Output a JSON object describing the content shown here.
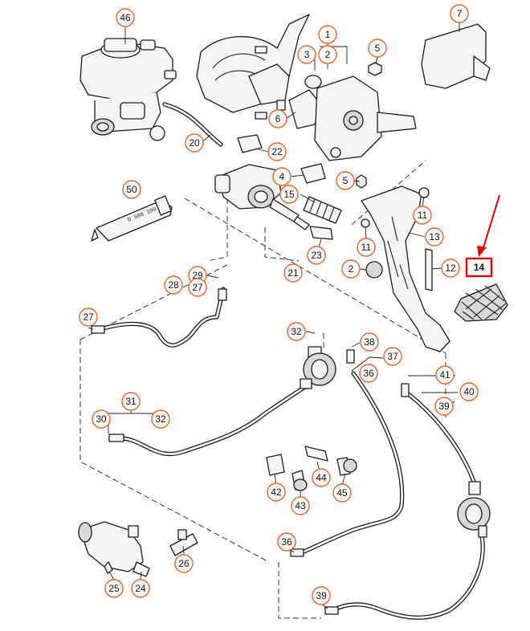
{
  "callouts": [
    {
      "id": "c46",
      "label": "46"
    },
    {
      "id": "c1",
      "label": "1"
    },
    {
      "id": "c2a",
      "label": "2"
    },
    {
      "id": "c3",
      "label": "3"
    },
    {
      "id": "c5a",
      "label": "5"
    },
    {
      "id": "c7",
      "label": "7"
    },
    {
      "id": "c6",
      "label": "6"
    },
    {
      "id": "c20",
      "label": "20"
    },
    {
      "id": "c22",
      "label": "22"
    },
    {
      "id": "c4",
      "label": "4"
    },
    {
      "id": "c5b",
      "label": "5"
    },
    {
      "id": "c50",
      "label": "50"
    },
    {
      "id": "c15",
      "label": "15"
    },
    {
      "id": "c11a",
      "label": "11"
    },
    {
      "id": "c11b",
      "label": "11"
    },
    {
      "id": "c13",
      "label": "13"
    },
    {
      "id": "c23",
      "label": "23"
    },
    {
      "id": "c2b",
      "label": "2"
    },
    {
      "id": "c12",
      "label": "12"
    },
    {
      "id": "c14",
      "label": "14"
    },
    {
      "id": "c21",
      "label": "21"
    },
    {
      "id": "c29",
      "label": "29"
    },
    {
      "id": "c28",
      "label": "28"
    },
    {
      "id": "c27a",
      "label": "27"
    },
    {
      "id": "c27b",
      "label": "27"
    },
    {
      "id": "c32a",
      "label": "32"
    },
    {
      "id": "c38",
      "label": "38"
    },
    {
      "id": "c37",
      "label": "37"
    },
    {
      "id": "c36a",
      "label": "36"
    },
    {
      "id": "c41",
      "label": "41"
    },
    {
      "id": "c40",
      "label": "40"
    },
    {
      "id": "c39a",
      "label": "39"
    },
    {
      "id": "c31",
      "label": "31"
    },
    {
      "id": "c30",
      "label": "30"
    },
    {
      "id": "c32b",
      "label": "32"
    },
    {
      "id": "c44",
      "label": "44"
    },
    {
      "id": "c42",
      "label": "42"
    },
    {
      "id": "c43",
      "label": "43"
    },
    {
      "id": "c45",
      "label": "45"
    },
    {
      "id": "c26",
      "label": "26"
    },
    {
      "id": "c36b",
      "label": "36"
    },
    {
      "id": "c25",
      "label": "25"
    },
    {
      "id": "c24",
      "label": "24"
    },
    {
      "id": "c39b",
      "label": "39"
    }
  ],
  "highlight": {
    "label": "14",
    "color": "#e00000"
  },
  "tube_label": "D 500 100",
  "colors": {
    "callout_ring": "#e8642c",
    "highlight": "#e00000"
  }
}
